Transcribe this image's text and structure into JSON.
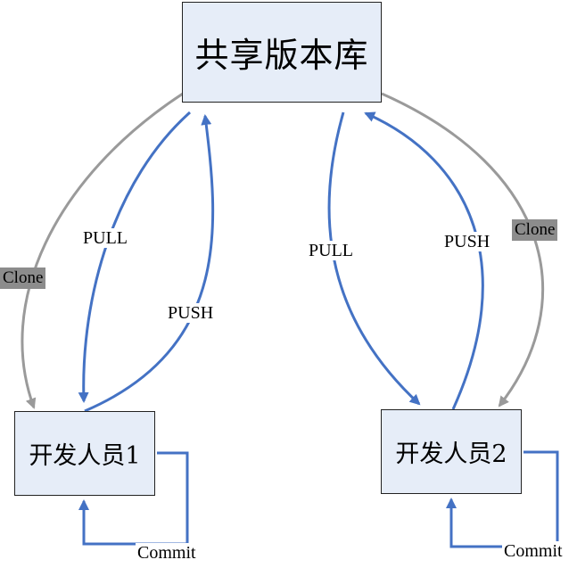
{
  "nodes": {
    "shared_repo": "共享版本库",
    "developer_1": "开发人员1",
    "developer_2": "开发人员2"
  },
  "edges": {
    "left_clone": "Clone",
    "left_pull": "PULL",
    "left_push": "PUSH",
    "left_commit": "Commit",
    "right_clone": "Clone",
    "right_pull": "PULL",
    "right_push": "PUSH",
    "right_commit": "Commit"
  },
  "colors": {
    "box_fill": "#e6edf8",
    "box_border": "#222222",
    "blue_arrow": "#4472c4",
    "gray_arrow": "#9a9a9a",
    "clone_label_bg": "#8c8c8c"
  }
}
